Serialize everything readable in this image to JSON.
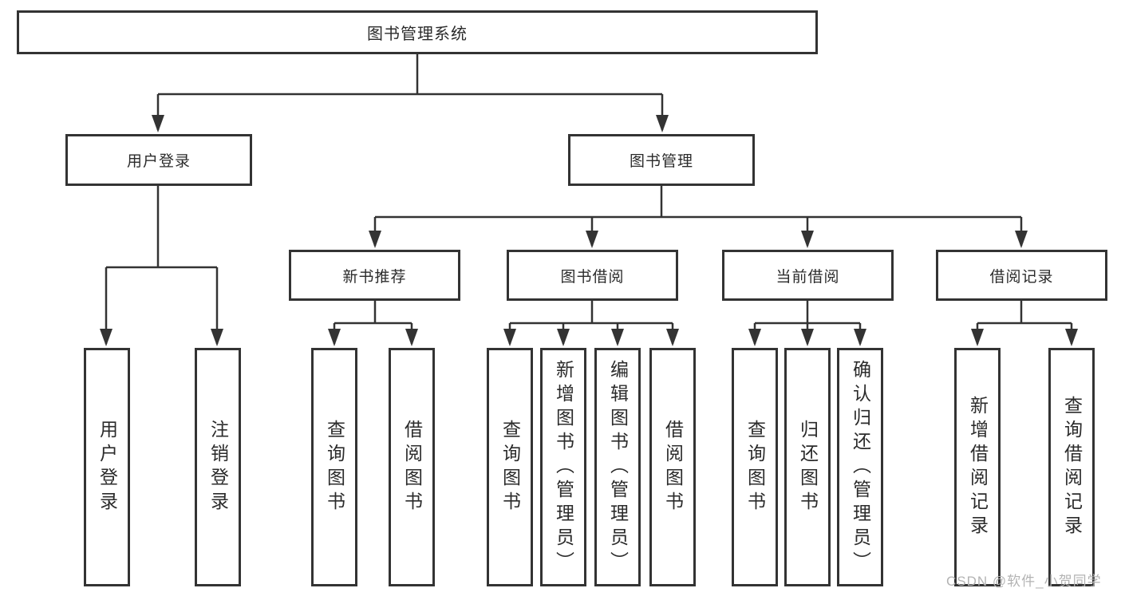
{
  "diagram_type": "functional-structure-tree",
  "colors": {
    "line": "#333333",
    "box_border": "#333333",
    "text": "#2b2b2b",
    "watermark": "#b3b3b3",
    "background": "#ffffff"
  },
  "watermark": {
    "text": "CSDN @软件_小贺同学"
  },
  "hierarchy": {
    "label": "图书管理系统",
    "children": [
      {
        "label": "用户登录",
        "children": [
          {
            "label": "用户登录"
          },
          {
            "label": "注销登录"
          }
        ]
      },
      {
        "label": "图书管理",
        "children": [
          {
            "label": "新书推荐",
            "children": [
              {
                "label": "查询图书"
              },
              {
                "label": "借阅图书"
              }
            ]
          },
          {
            "label": "图书借阅",
            "children": [
              {
                "label": "查询图书"
              },
              {
                "label": "新增图书（管理员）"
              },
              {
                "label": "编辑图书（管理员）"
              },
              {
                "label": "借阅图书"
              }
            ]
          },
          {
            "label": "当前借阅",
            "children": [
              {
                "label": "查询图书"
              },
              {
                "label": "归还图书"
              },
              {
                "label": "确认归还（管理员）"
              }
            ]
          },
          {
            "label": "借阅记录",
            "children": [
              {
                "label": "新增借阅记录"
              },
              {
                "label": "查询借阅记录"
              }
            ]
          }
        ]
      }
    ]
  }
}
